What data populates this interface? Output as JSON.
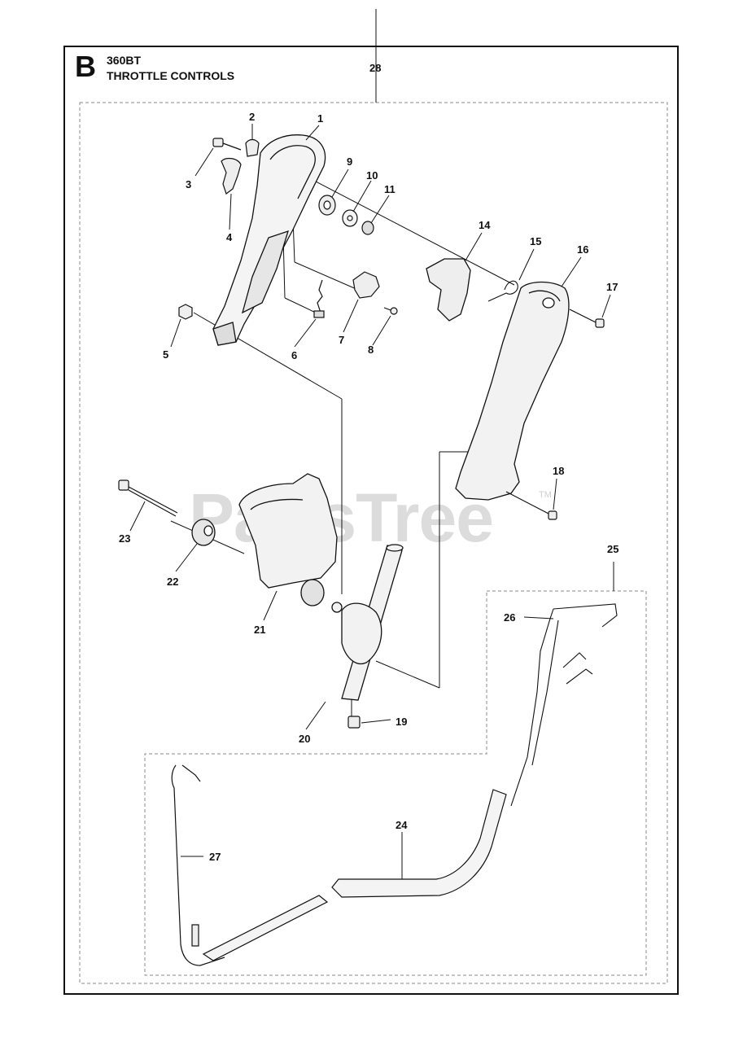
{
  "header": {
    "section_letter": "B",
    "model": "360BT",
    "title": "THROTTLE CONTROLS"
  },
  "watermark": {
    "text": "PartsTree",
    "tm": "TM"
  },
  "callouts": [
    "1",
    "2",
    "3",
    "4",
    "5",
    "6",
    "7",
    "8",
    "9",
    "10",
    "11",
    "14",
    "15",
    "16",
    "17",
    "18",
    "19",
    "20",
    "21",
    "22",
    "23",
    "24",
    "25",
    "26",
    "27",
    "28"
  ],
  "colors": {
    "line": "#111111",
    "part_fill": "#f4f4f4",
    "dashed": "#888888",
    "watermark": "#dcdcdc"
  }
}
